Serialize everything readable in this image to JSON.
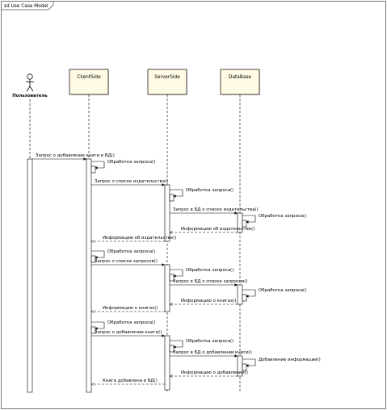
{
  "frame": {
    "title": "sd Use Case Model"
  },
  "actor": {
    "name": "Пользователь"
  },
  "lifelines": [
    "ClientSide",
    "ServerSide",
    "DataBase"
  ],
  "messages": [
    {
      "kind": "call",
      "from": "actor",
      "to": "ClientSide",
      "label": "Запрос о добавлении книги в БД()"
    },
    {
      "kind": "self",
      "on": "ClientSide",
      "label": "Обработка запроса()"
    },
    {
      "kind": "call",
      "from": "ClientSide",
      "to": "ServerSide",
      "label": "Запрос о списке издательства()"
    },
    {
      "kind": "self",
      "on": "ServerSide",
      "label": "Обработка запроса()"
    },
    {
      "kind": "call",
      "from": "ServerSide",
      "to": "DataBase",
      "label": "Запрос в БД о списке издательства()"
    },
    {
      "kind": "self",
      "on": "DataBase",
      "label": "Обработка запроса()"
    },
    {
      "kind": "return",
      "from": "DataBase",
      "to": "ServerSide",
      "label": "Информацию об издательстве()"
    },
    {
      "kind": "return",
      "from": "ServerSide",
      "to": "ClientSide",
      "label": "Информацию об издательстве()"
    },
    {
      "kind": "self",
      "on": "ClientSide",
      "label": "Обработка запроса()"
    },
    {
      "kind": "call",
      "from": "ClientSide",
      "to": "ServerSide",
      "label": "Запрос о списке запросов()"
    },
    {
      "kind": "self",
      "on": "ServerSide",
      "label": "Обработка запроса()"
    },
    {
      "kind": "call",
      "from": "ServerSide",
      "to": "DataBase",
      "label": "Запрос в БД о списке запросов()"
    },
    {
      "kind": "self",
      "on": "DataBase",
      "label": "Обработка запроса()"
    },
    {
      "kind": "return",
      "from": "DataBase",
      "to": "ServerSide",
      "label": "Информацию о книгах()"
    },
    {
      "kind": "return",
      "from": "ServerSide",
      "to": "ClientSide",
      "label": "Информацию о книгах()"
    },
    {
      "kind": "self",
      "on": "ClientSide",
      "label": "Обработка запроса()"
    },
    {
      "kind": "call",
      "from": "ClientSide",
      "to": "ServerSide",
      "label": "Запрос о добавлении книги()"
    },
    {
      "kind": "self",
      "on": "ServerSide",
      "label": "Обработка запроса()"
    },
    {
      "kind": "call",
      "from": "ServerSide",
      "to": "DataBase",
      "label": "Запрос в БД о добавлении книги()"
    },
    {
      "kind": "self",
      "on": "DataBase",
      "label": "Добавление информации()"
    },
    {
      "kind": "return",
      "from": "DataBase",
      "to": "ServerSide",
      "label": "Информацию о добавлении()"
    },
    {
      "kind": "return",
      "from": "ServerSide",
      "to": "ClientSide",
      "label": "Книга добавлена в БД()"
    }
  ]
}
